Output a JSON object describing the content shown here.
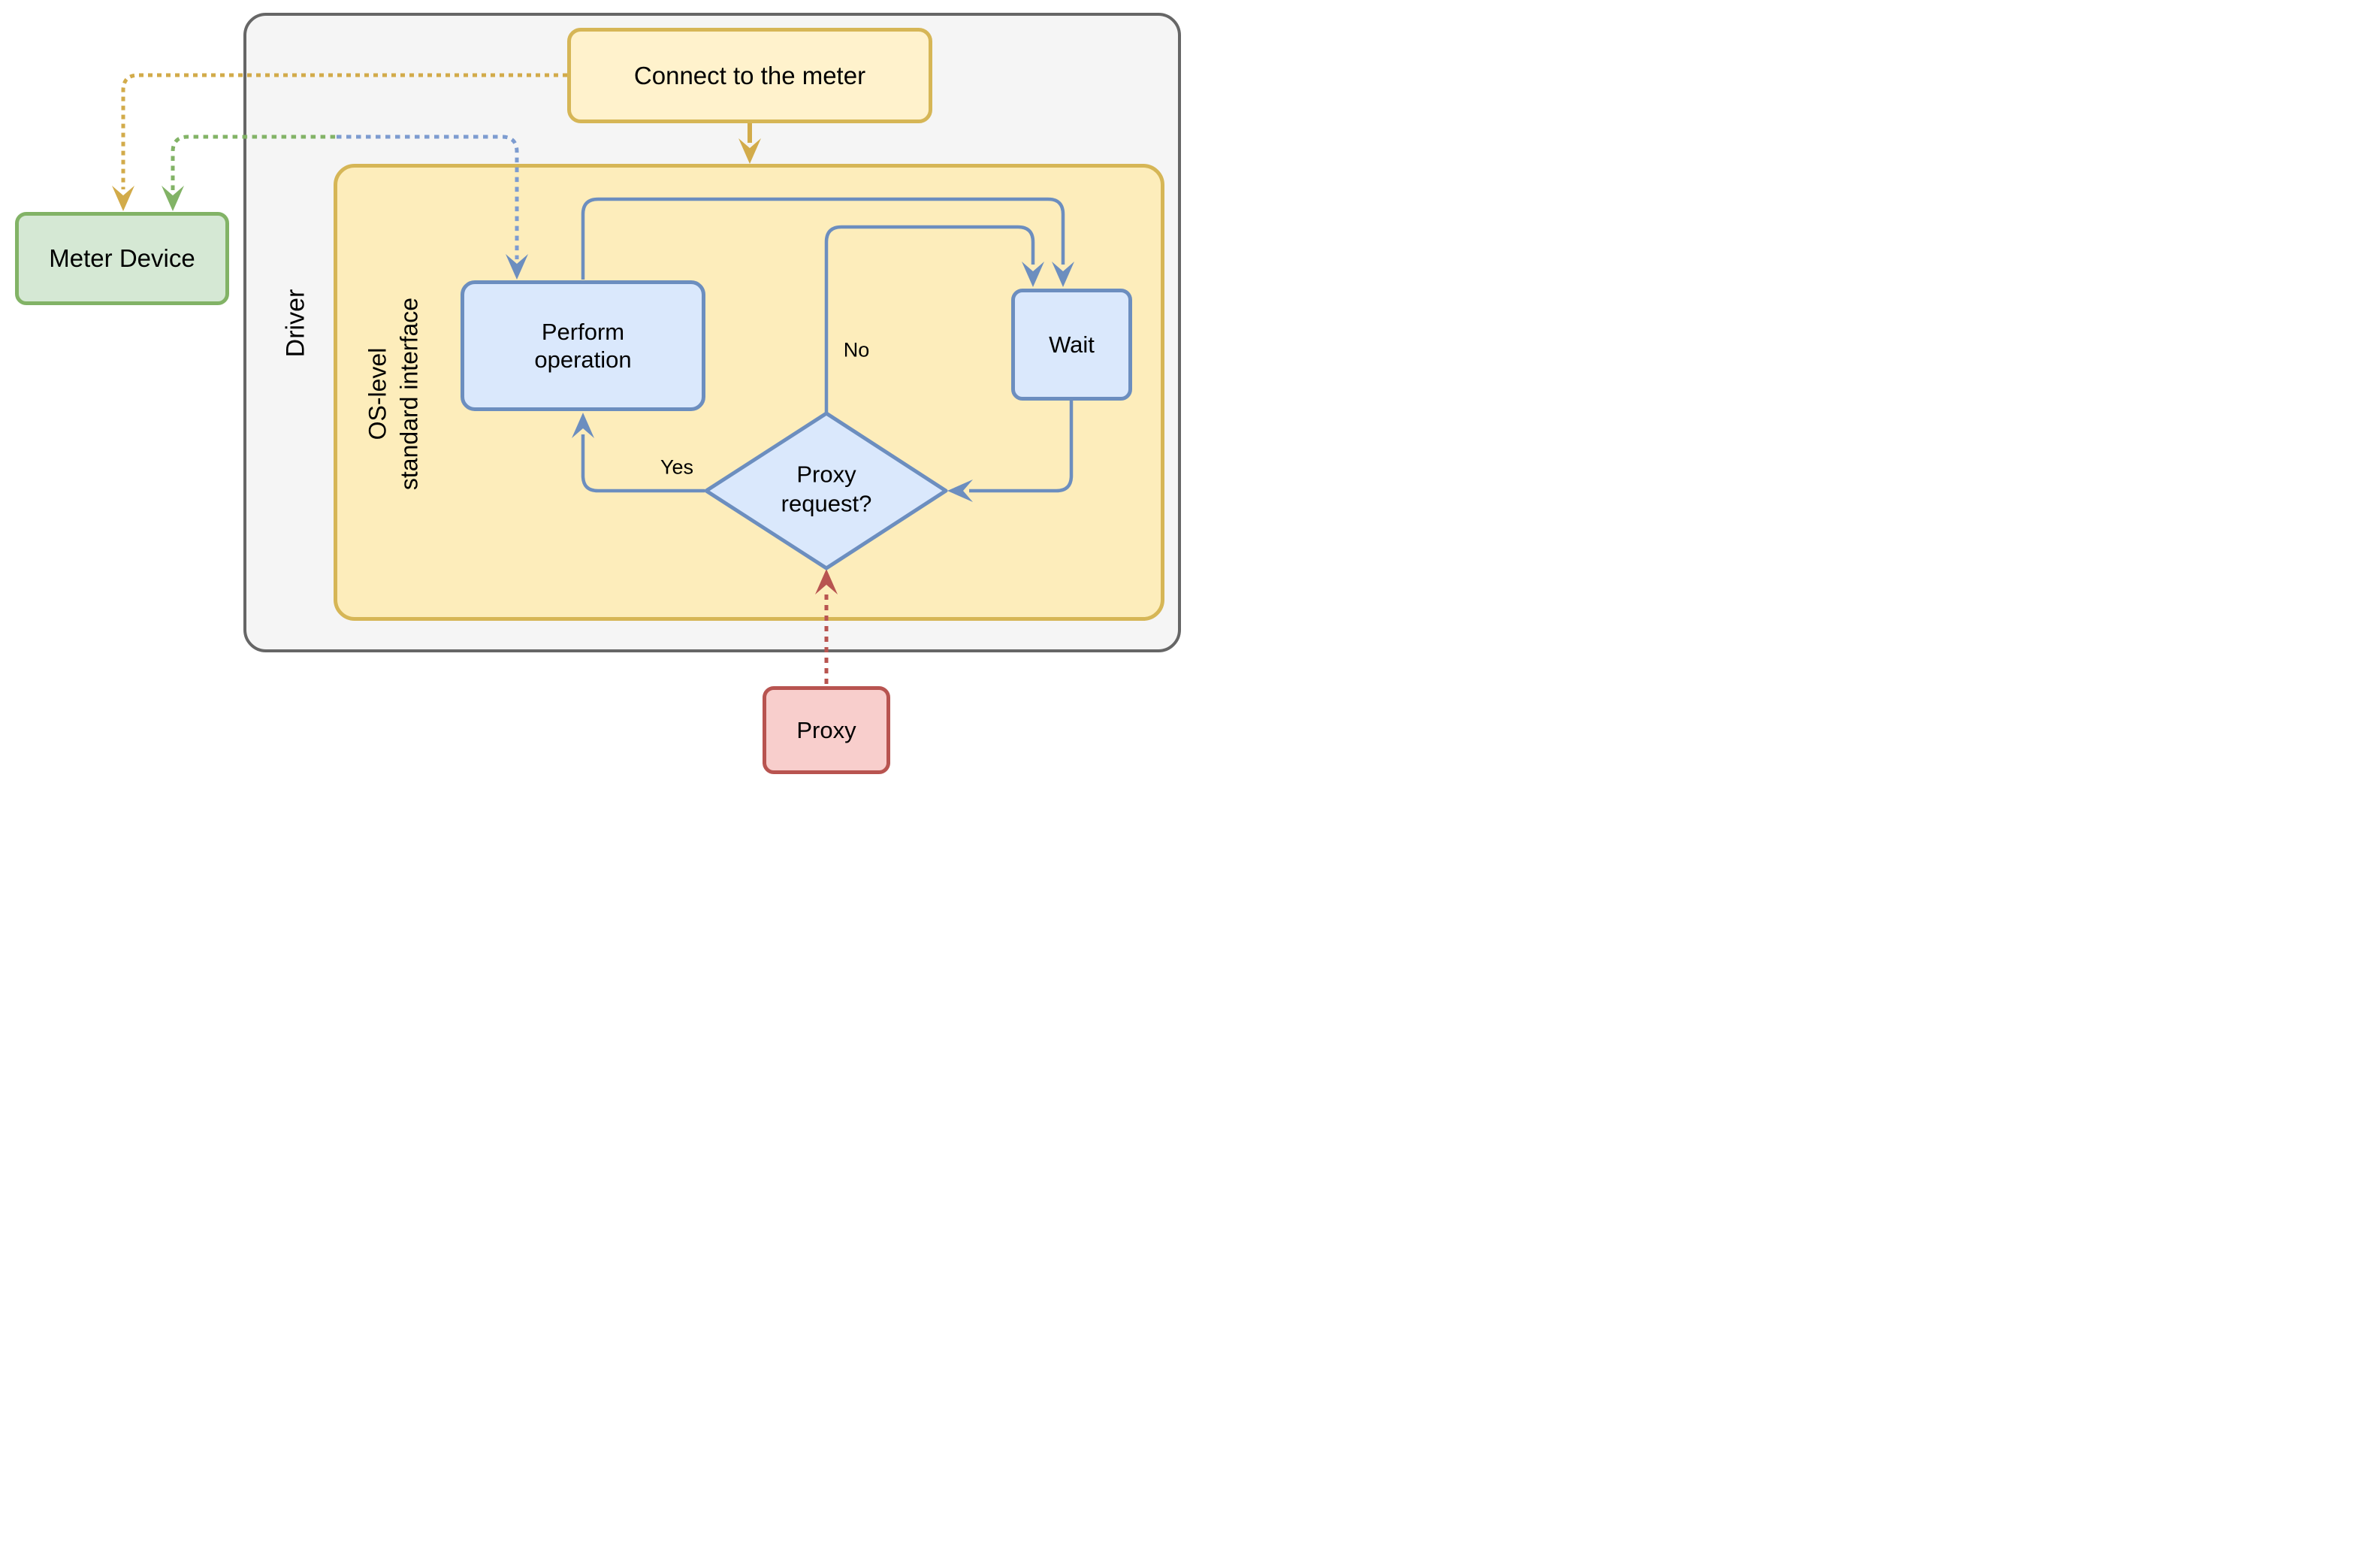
{
  "nodes": {
    "connect": "Connect to the meter",
    "meter_device": "Meter Device",
    "driver": "Driver",
    "os_line1": "OS-level",
    "os_line2": "standard interface",
    "perform": "Perform operation",
    "wait": "Wait",
    "decision": "Proxy request?",
    "proxy": "Proxy"
  },
  "edge_labels": {
    "yes": "Yes",
    "no": "No"
  },
  "colors": {
    "bg": "#ffffff",
    "driver-fill": "#f5f5f5",
    "driver-stroke": "#666666",
    "os-fill": "#fdedbb",
    "gold": "#d6b656",
    "gold-arrow": "#d2ab4a",
    "cream-fill": "#fff2cc",
    "green-fill": "#d5e8d4",
    "green": "#82b366",
    "blue-fill": "#dae8fc",
    "blue": "#6c8ebf",
    "blue-dash": "#7d9cd0",
    "red-fill": "#f8cecc",
    "red": "#b85450",
    "text": "#000000"
  }
}
